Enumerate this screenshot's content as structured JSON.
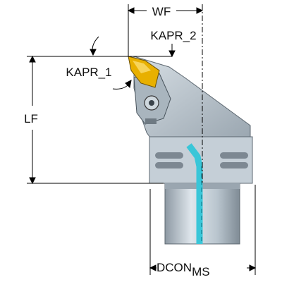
{
  "labels": {
    "wf": "WF",
    "kapr_2": "KAPR_2",
    "kapr_1": "KAPR_1",
    "lf": "LF",
    "dcon": "DCON",
    "dcon_sub": "MS"
  },
  "colors": {
    "line": "#000000",
    "body": "#c9d4dc",
    "body_dark": "#8a97a2",
    "insert": "#e8b000",
    "coolant": "#39c6d8"
  }
}
